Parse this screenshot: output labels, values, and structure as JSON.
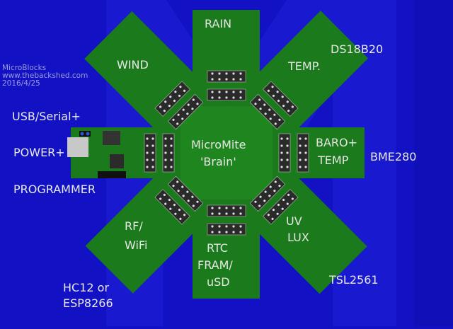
{
  "credit": {
    "line1": "MicroBlocks",
    "line2": "www.thebackshed.com",
    "line3": "2016/4/25"
  },
  "center": {
    "line1": "MicroMite",
    "line2": "'Brain'"
  },
  "arms": {
    "rain": "RAIN",
    "wind": "WIND",
    "temp": "TEMP.",
    "baro1": "BARO+",
    "baro2": "TEMP",
    "uv1": "UV",
    "uv2": "LUX",
    "rtc1": "RTC",
    "rtc2": "FRAM/",
    "rtc3": "uSD",
    "rf1": "RF/",
    "rf2": "WiFi"
  },
  "side_labels": {
    "ds18b20": "DS18B20",
    "bme280": "BME280",
    "tsl2561": "TSL2561",
    "hc12_1": "HC12  or",
    "hc12_2": "ESP8266",
    "usb": "USB/Serial+",
    "power": "POWER+",
    "programmer": "PROGRAMMER"
  },
  "colors": {
    "background": "#1212c4",
    "pcb": "#1b7a1b",
    "header": "#2a2a2a"
  }
}
